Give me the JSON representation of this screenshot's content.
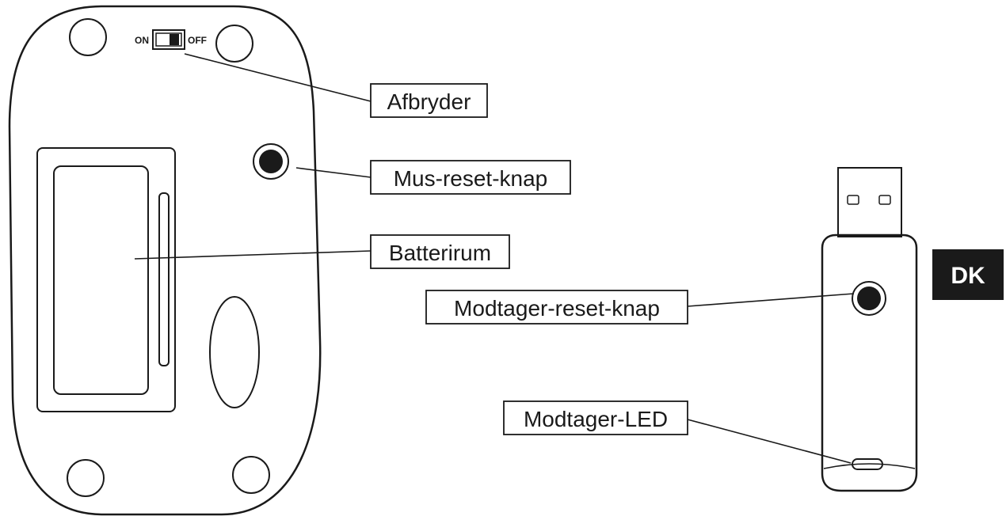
{
  "switch": {
    "on": "ON",
    "off": "OFF"
  },
  "labels": {
    "afbryder": "Afbryder",
    "mus_reset": "Mus-reset-knap",
    "batterirum": "Batterirum",
    "modtager_reset": "Modtager-reset-knap",
    "modtager_led": "Modtager-LED"
  },
  "badge": "DK",
  "colors": {
    "ink": "#1a1a1a",
    "badge_bg": "#1a1a1a",
    "badge_text": "#ffffff",
    "background": "#ffffff"
  }
}
